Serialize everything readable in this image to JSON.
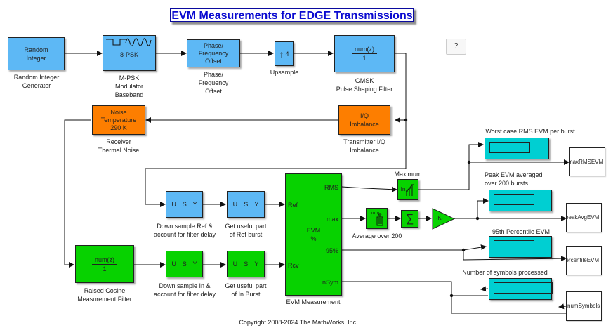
{
  "title": "EVM Measurements for EDGE Transmissions",
  "help_button": "?",
  "copyright": "Copyright 2008-2024 The MathWorks, Inc.",
  "blocks": {
    "random_integer": {
      "text_lines": [
        "Random",
        "Integer"
      ],
      "label_lines": [
        "Random Integer",
        "Generator"
      ]
    },
    "mpsk": {
      "text": "8-PSK",
      "label_lines": [
        "M-PSK",
        "Modulator",
        "Baseband"
      ]
    },
    "phase_freq": {
      "text_lines": [
        "Phase/",
        "Frequency",
        "Offset"
      ],
      "label_lines": [
        "Phase/",
        "Frequency",
        "Offset"
      ]
    },
    "upsample": {
      "arrow": "↑",
      "factor": "4",
      "label": "Upsample"
    },
    "gmsk": {
      "num": "num(z)",
      "den": "1",
      "label_lines": [
        "GMSK",
        "Pulse Shaping Filter"
      ]
    },
    "iq_imbalance": {
      "text_lines": [
        "I/Q",
        "Imbalance"
      ],
      "label_lines": [
        "Transmitter I/Q",
        "Imbalance"
      ]
    },
    "noise": {
      "text_lines": [
        "Noise",
        "Temperature",
        "290 K"
      ],
      "label_lines": [
        "Receiver",
        "Thermal Noise"
      ]
    },
    "raised_cosine": {
      "num": "num(z)",
      "den": "1",
      "label_lines": [
        "Raised Cosine",
        "Measurement Filter"
      ]
    },
    "downsample_ref": {
      "ports": [
        "U",
        "S",
        "Y"
      ],
      "label_lines": [
        "Down sample Ref &",
        "account for filter delay"
      ]
    },
    "useful_ref": {
      "ports": [
        "U",
        "S",
        "Y"
      ],
      "label_lines": [
        "Get useful part",
        "of Ref burst"
      ]
    },
    "downsample_in": {
      "ports": [
        "U",
        "S",
        "Y"
      ],
      "label_lines": [
        "Down sample In &",
        "account for filter delay"
      ]
    },
    "useful_in": {
      "ports": [
        "U",
        "S",
        "Y"
      ],
      "label_lines": [
        "Get useful part",
        "of In Burst"
      ]
    },
    "evm": {
      "text_lines": [
        "EVM",
        "%"
      ],
      "inputs": [
        "Ref",
        "Rcv"
      ],
      "outputs": [
        "RMS",
        "max",
        "95%",
        "nSym"
      ],
      "label": "EVM Measurement"
    },
    "maximum": {
      "text": "In",
      "label": "Maximum"
    },
    "buffer": {
      "label": "Average over 200"
    },
    "sum": {
      "text": "∑"
    },
    "gain": {
      "text": "-K-"
    },
    "display_worst": {
      "label": "Worst case RMS EVM per burst"
    },
    "display_peak": {
      "label_lines": [
        "Peak EVM averaged",
        "over 200 bursts"
      ]
    },
    "display_95": {
      "label": "95th Percentile EVM"
    },
    "display_nsym": {
      "label": "Number of symbols processed"
    },
    "ws_max": {
      "text": "maxRMSEVM"
    },
    "ws_peak": {
      "text": "peakAvgEVM"
    },
    "ws_pct": {
      "text": "percentileEVM"
    },
    "ws_num": {
      "text": "numSymbols"
    }
  }
}
